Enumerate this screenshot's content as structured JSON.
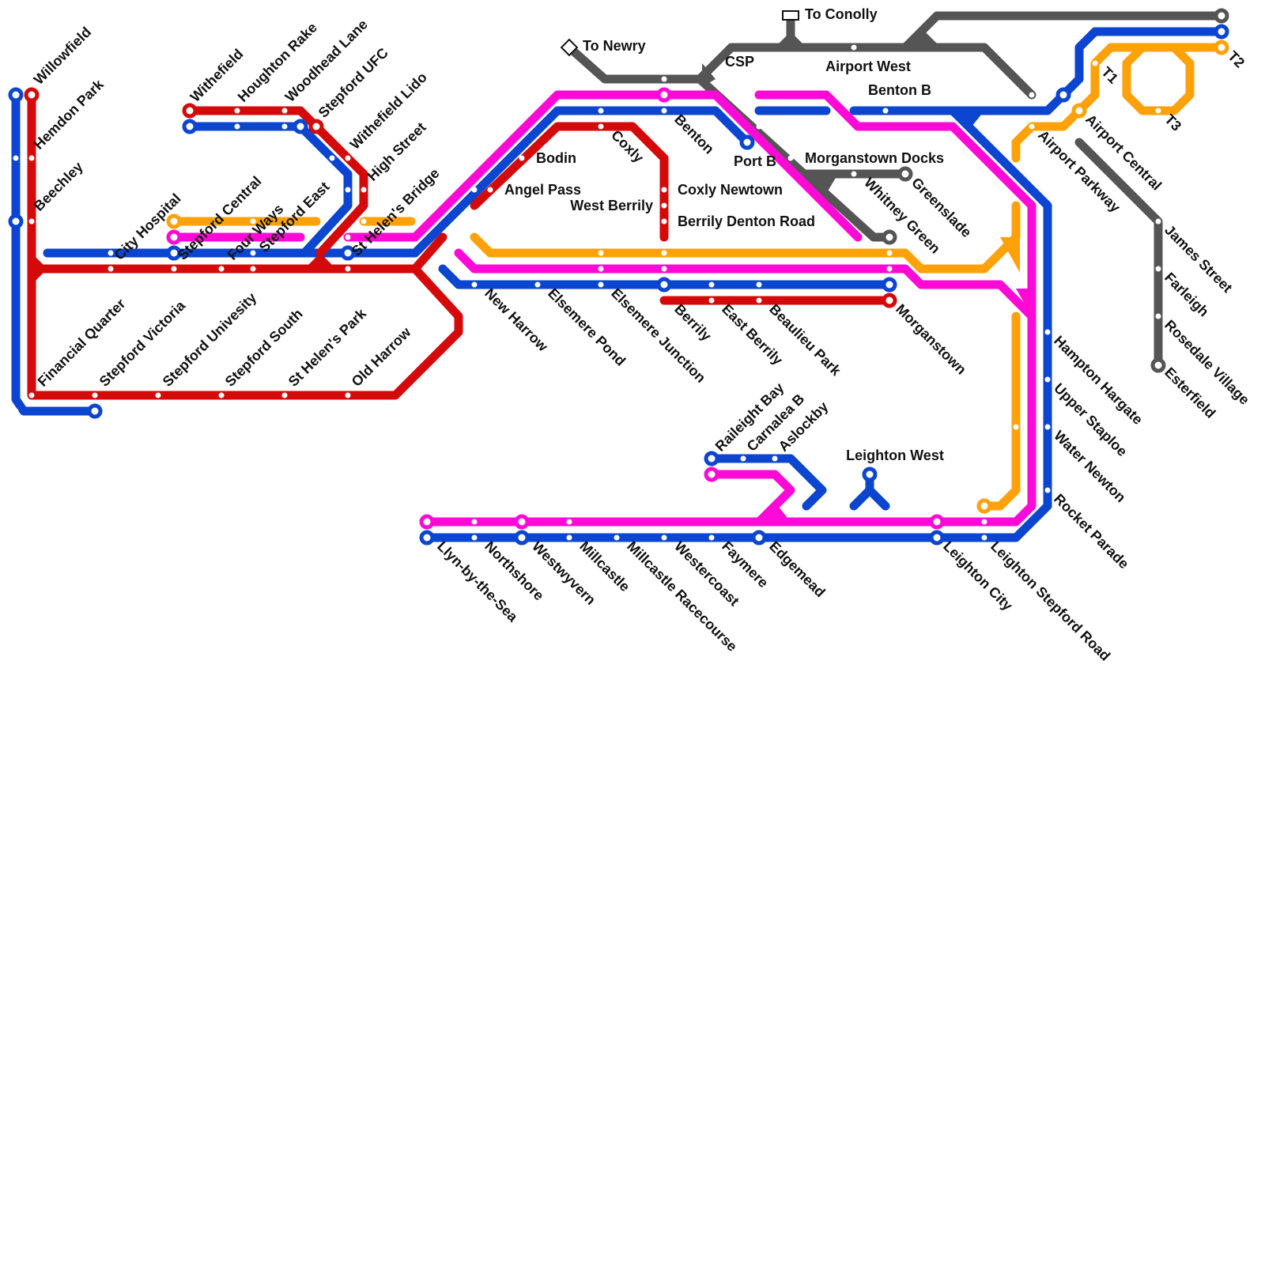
{
  "colors": {
    "red": "#d40a0a",
    "blue": "#0b45d0",
    "magenta": "#ff09d6",
    "orange": "#ffa20a",
    "grey": "#555555"
  },
  "icons": {
    "newry": "diamond-icon",
    "conolly": "ferry-icon"
  },
  "labels": {
    "willowfield": "Willowfield",
    "hemdon_park": "Hemdon Park",
    "beechley": "Beechley",
    "withefield": "Withefield",
    "houghton_rake": "Houghton Rake",
    "woodhead_lane": "Woodhead Lane",
    "stepford_ufc": "Stepford UFC",
    "withefield_lido": "Withefield Lido",
    "high_street": "High Street",
    "st_helens_bridge": "St Helen's Bridge",
    "city_hospital": "City Hospital",
    "stepford_central": "Stepford Central",
    "four_ways": "Four Ways",
    "stepford_east": "Stepford East",
    "financial_quarter": "Financial Quarter",
    "stepford_victoria": "Stepford Victoria",
    "stepford_univesity": "Stepford Univesity",
    "stepford_south": "Stepford South",
    "st_helens_park": "St Helen's Park",
    "old_harrow": "Old Harrow",
    "to_newry": "To Newry",
    "to_conolly": "To Conolly",
    "csp": "CSP",
    "airport_west": "Airport West",
    "benton_b": "Benton B",
    "bodin": "Bodin",
    "angel_pass": "Angel Pass",
    "coxly": "Coxly",
    "benton": "Benton",
    "port_b": "Port B",
    "morganstown_docks": "Morganstown Docks",
    "coxly_newtown": "Coxly Newtown",
    "west_berrily": "West Berrily",
    "berrily_denton_road": "Berrily Denton Road",
    "whitney_green": "Whitney Green",
    "greenslade": "Greenslade",
    "new_harrow": "New Harrow",
    "elsemere_pond": "Elsemere Pond",
    "elsemere_junction": "Elsemere Junction",
    "berrily": "Berrily",
    "east_berrily": "East Berrily",
    "beaulieu_park": "Beaulieu Park",
    "morganstown": "Morganstown",
    "t1": "T1",
    "t2": "T2",
    "t3": "T3",
    "airport_parkway": "Airport Parkway",
    "airport_central": "Airport Central",
    "james_street": "James Street",
    "farleigh": "Farleigh",
    "rosedale_village": "Rosedale Village",
    "esterfield": "Esterfield",
    "hampton_hargate": "Hampton Hargate",
    "upper_staploe": "Upper Staploe",
    "water_newton": "Water Newton",
    "rocket_parade": "Rocket Parade",
    "raileight_bay": "Raileight Bay",
    "carnalea_b": "Carnalea B",
    "aslockby": "Aslockby",
    "leighton_west": "Leighton West",
    "llyn_by_the_sea": "Llyn-by-the-Sea",
    "northshore": "Northshore",
    "westwyvern": "Westwyvern",
    "millcastle": "Millcastle",
    "millcastle_racecourse": "Millcastle Racecourse",
    "westercoast": "Westercoast",
    "faymere": "Faymere",
    "edgemead": "Edgemead",
    "leighton_city": "Leighton City",
    "leighton_stepford_road": "Leighton Stepford Road"
  }
}
